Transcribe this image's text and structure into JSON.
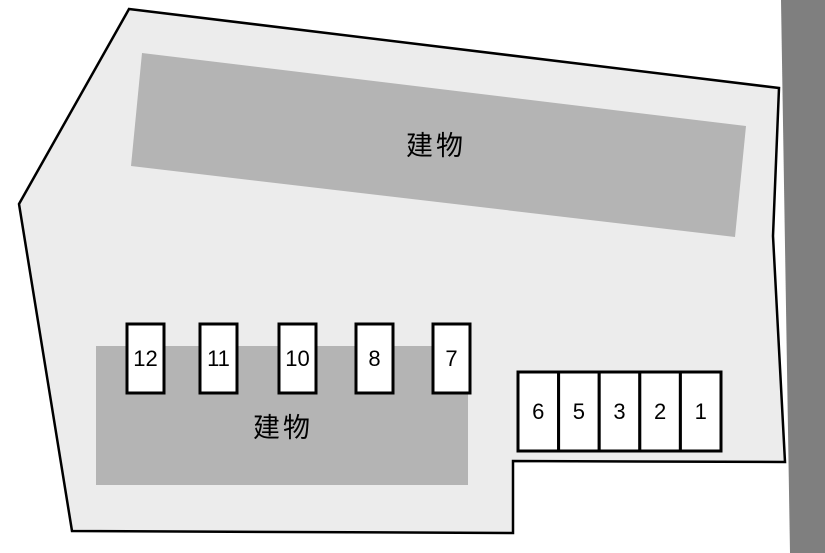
{
  "diagram": {
    "kind": "site-parking-layout-map",
    "buildings": {
      "top_label": "建物",
      "bottom_label": "建物"
    },
    "spaces_top": [
      {
        "label": "12"
      },
      {
        "label": "11"
      },
      {
        "label": "10"
      },
      {
        "label": "8"
      },
      {
        "label": "7"
      }
    ],
    "spaces_bottom": [
      {
        "label": "6"
      },
      {
        "label": "5"
      },
      {
        "label": "3"
      },
      {
        "label": "2"
      },
      {
        "label": "1"
      }
    ],
    "colors": {
      "site_fill": "#ececec",
      "building_fill": "#b4b4b4",
      "road_fill": "#7f7f7f",
      "space_fill": "#ffffff",
      "outline": "#000000"
    }
  }
}
